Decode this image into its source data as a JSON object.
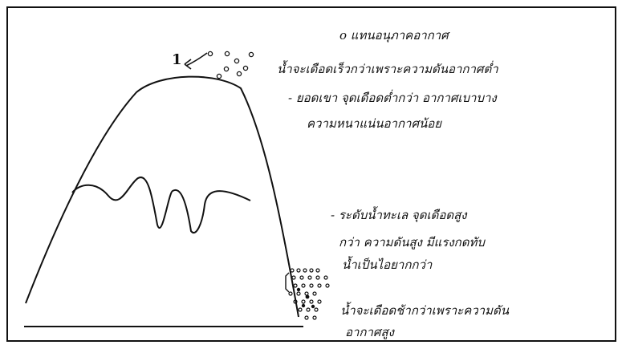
{
  "legend": {
    "text": "o แทนอนุภาคอากาศ"
  },
  "peak_note": {
    "marker": "1",
    "line1": "น้ำจะเดือดเร็วกว่าเพราะความดันอากาศต่ำ",
    "line2": "- ยอดเขา จุดเดือดต่ำกว่า อากาศเบาบาง",
    "line3": "ความหนาแน่นอากาศน้อย"
  },
  "sea_note": {
    "line1": "- ระดับน้ำทะเล จุดเดือดสูง",
    "line2": "กว่า ความดันสูง มีแรงกดทับ",
    "line3": "น้ำเป็นไอยากกว่า"
  },
  "base_note": {
    "line1": "น้ำจะเดือดช้ากว่าเพราะความดัน",
    "line2": "อากาศสูง"
  },
  "colors": {
    "ink": "#111111",
    "paper": "#ffffff"
  }
}
